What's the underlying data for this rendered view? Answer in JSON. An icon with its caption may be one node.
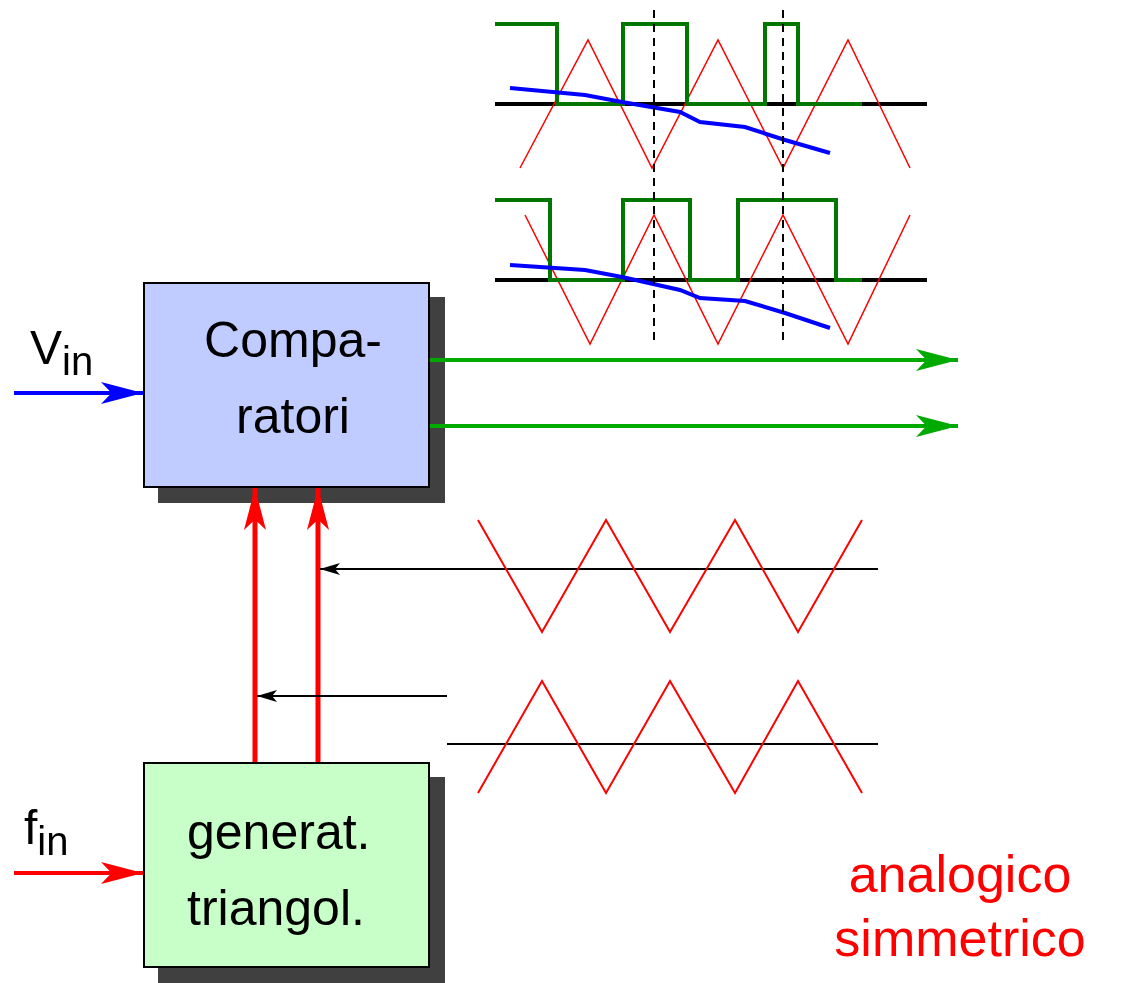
{
  "diagram": {
    "nodes": [
      {
        "text": [
          "Compa- ratori"
        ]
      },
      {
        "text": [
          "generat. triangol."
        ]
      },
      {
        "text": [
          "V$_{in}$"
        ]
      },
      {
        "text": [
          "f$_{in}$"
        ]
      },
      {
        "text": [],
        "shape": "picture"
      },
      {
        "text": [],
        "shape": "picture"
      }
    ],
    "edges": [
      {
        "from": 2,
        "to": 0,
        "arrow": "to",
        "color": "#0000ff"
      },
      {
        "from": 3,
        "to": 1,
        "arrow": "to"
      },
      {
        "from": 1,
        "to": 0,
        "arrow": "to"
      },
      {
        "from": 1,
        "to": 0,
        "arrow": "to"
      },
      {
        "from": 0,
        "to": null,
        "arrow": "to",
        "color": "#00aa00"
      },
      {
        "from": 0,
        "to": null,
        "arrow": "to",
        "color": "#00aa00"
      },
      {
        "from": 4,
        "to": null,
        "arrow": "to",
        "color": "#000000"
      },
      {
        "from": 5,
        "to": null,
        "arrow": "to",
        "color": "#000000"
      }
    ],
    "labels": [
      "analogico simmetrico"
    ]
  }
}
